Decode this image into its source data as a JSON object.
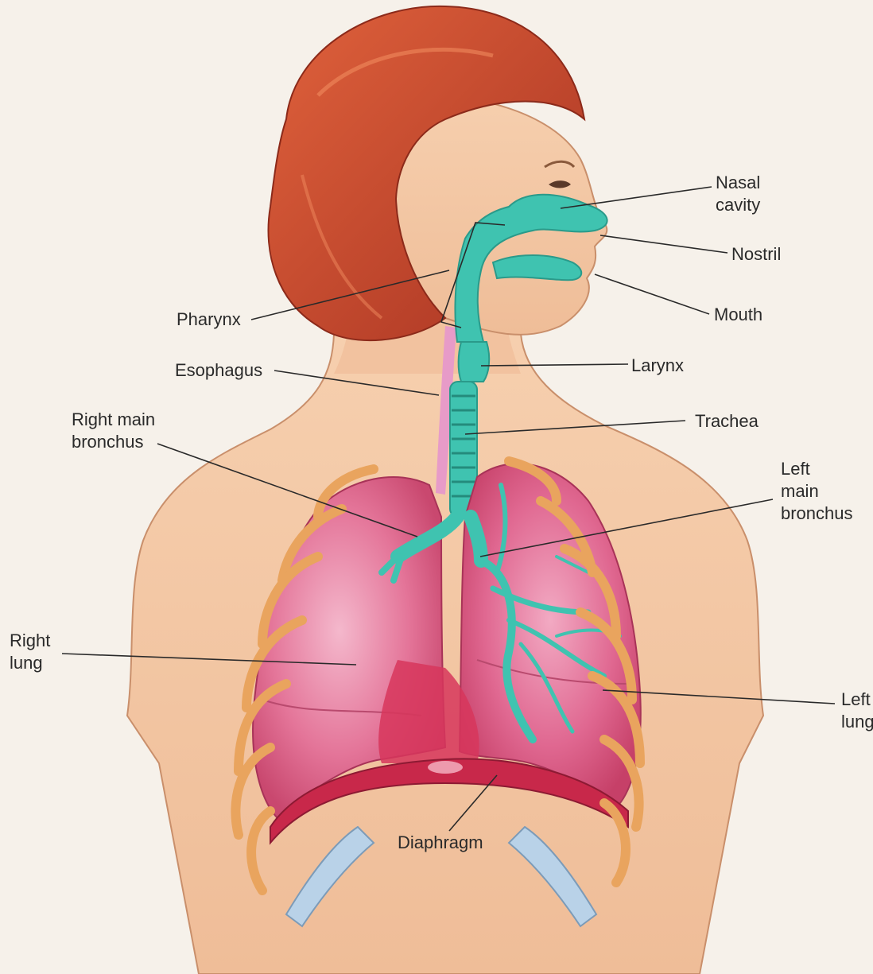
{
  "labels": {
    "nasal_cavity": [
      "Nasal",
      "cavity"
    ],
    "nostril": "Nostril",
    "mouth": "Mouth",
    "pharynx": "Pharynx",
    "larynx": "Larynx",
    "esophagus": "Esophagus",
    "trachea": "Trachea",
    "right_main_bronchus": [
      "Right main",
      "bronchus"
    ],
    "left_main_bronchus": [
      "Left",
      "main",
      "bronchus"
    ],
    "right_lung": [
      "Right",
      "lung"
    ],
    "left_lung": [
      "Left",
      "lung"
    ],
    "diaphragm": "Diaphragm"
  },
  "colors": {
    "background": "#f6f1ea",
    "skin": "#f3c6a2",
    "hair": "#c8452a",
    "lung": "#e0678e",
    "airway": "#3fc3b0",
    "esophagus": "#e79bc8",
    "rib": "#e9a45e",
    "cartilage": "#b9d2e8",
    "diaphragm": "#c8284a",
    "leader_line": "#2a2a2a"
  }
}
